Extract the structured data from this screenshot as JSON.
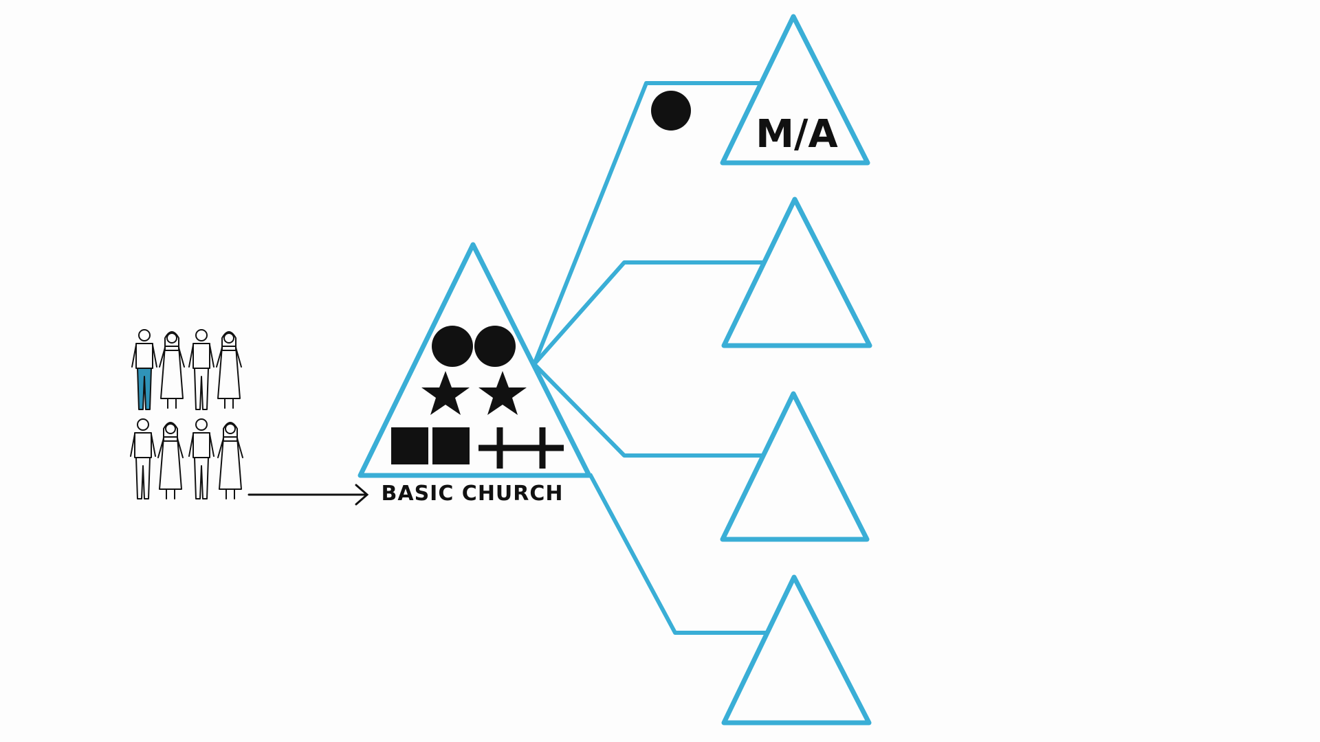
{
  "diagram": {
    "basic_church_label": "BASIC CHURCH",
    "ma_label": "M/A"
  },
  "colors": {
    "line": "#3aaed6",
    "ink": "#111111",
    "figure_highlight": "#2f93b8"
  },
  "icons": [
    "circle-shape",
    "star-shape",
    "square-shape",
    "cross-shape",
    "person-icon",
    "arrow-icon"
  ]
}
